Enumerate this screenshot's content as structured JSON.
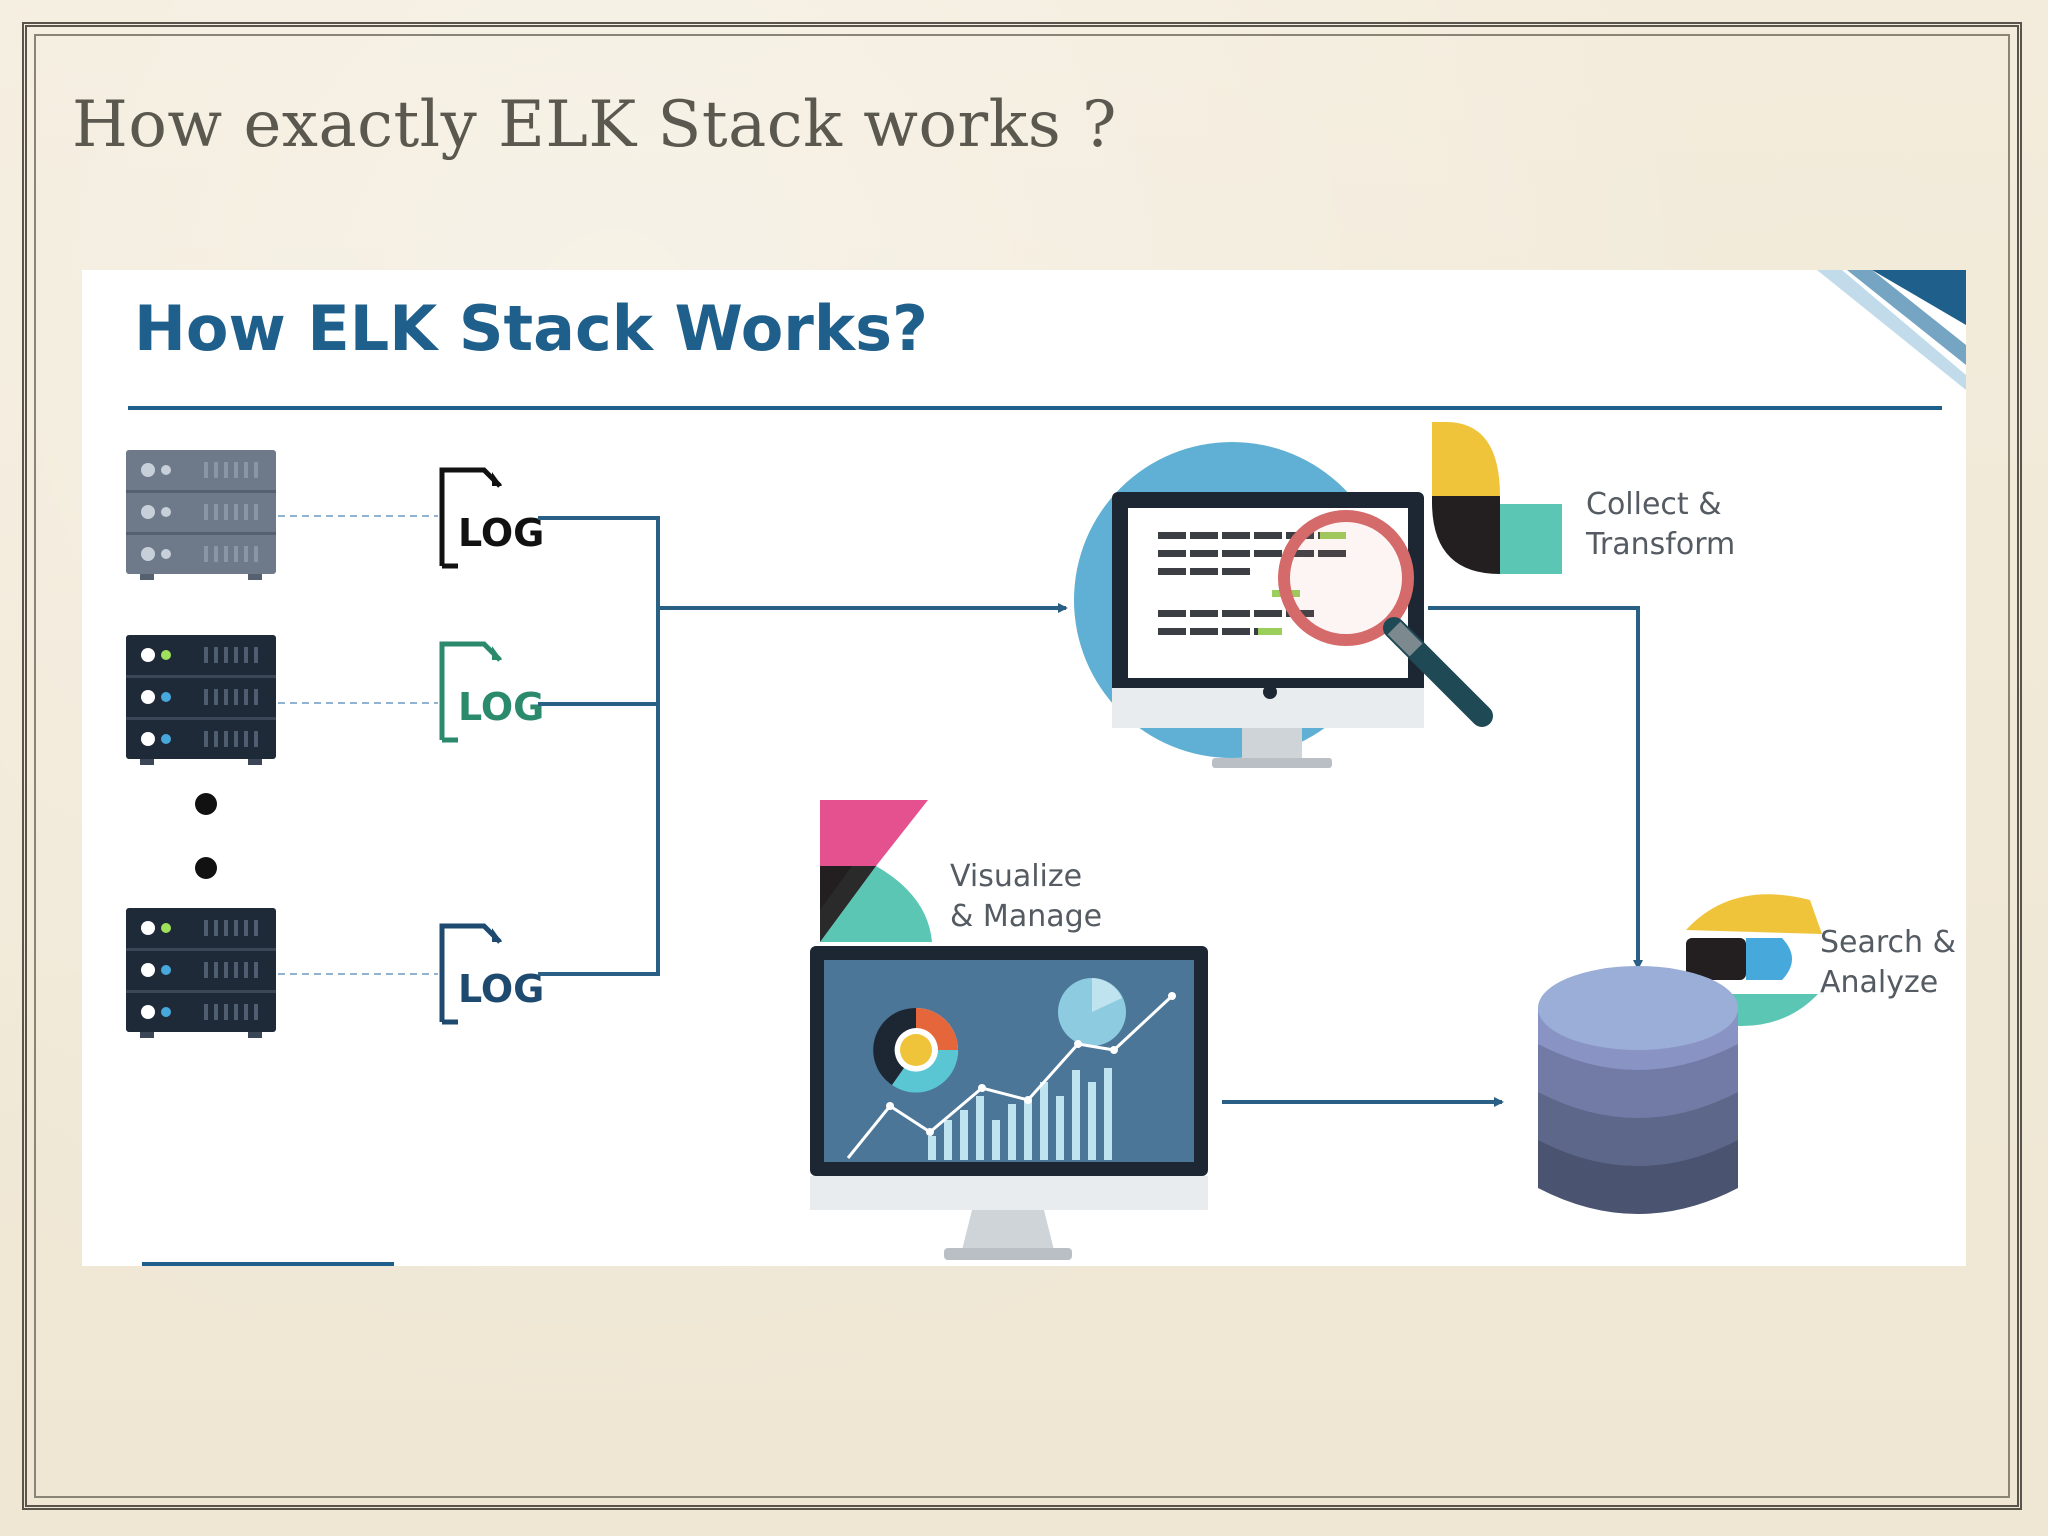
{
  "slide": {
    "title": "How exactly ELK Stack works ?"
  },
  "diagram": {
    "title": "How ELK Stack Works?",
    "log_label": "LOG",
    "collect": {
      "line1": "Collect &",
      "line2": "Transform"
    },
    "visualize": {
      "line1": "Visualize",
      "line2": "& Manage"
    },
    "search": {
      "line1": "Search &",
      "line2": "Analyze"
    },
    "colors": {
      "heading_blue": "#1f5f8b",
      "line_blue": "#2a5f86",
      "logstash_yellow": "#f0c43a",
      "logstash_teal": "#5bc6b3",
      "kibana_pink": "#e5508e",
      "elastic_blue": "#47a8dc"
    }
  }
}
